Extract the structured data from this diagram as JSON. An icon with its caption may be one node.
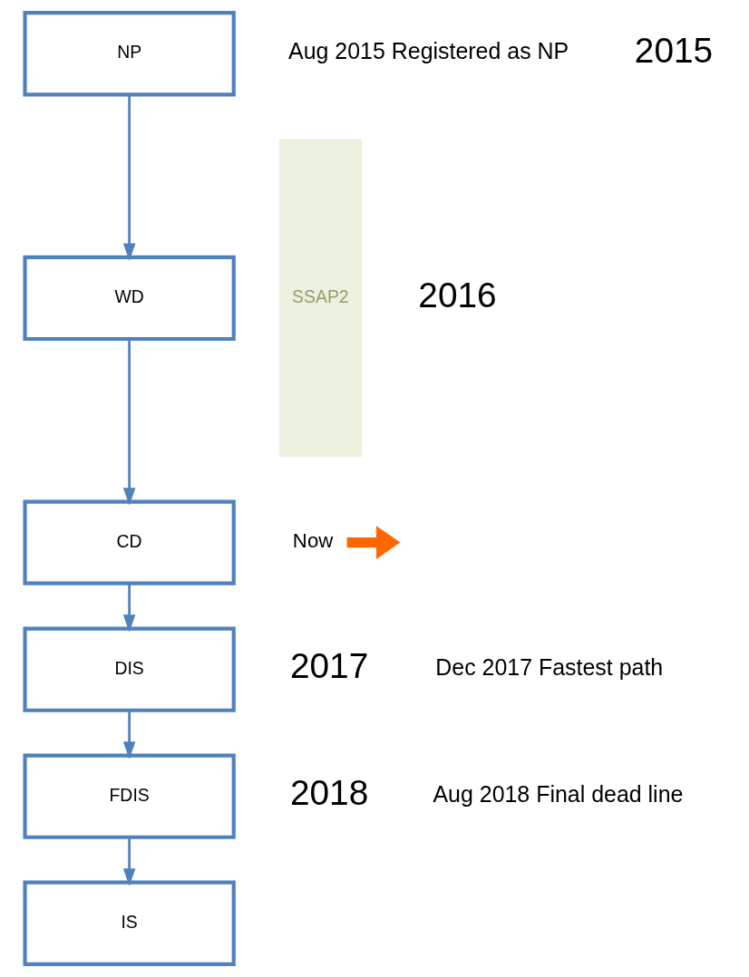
{
  "diagram": {
    "nodes": [
      {
        "text": [
          "NP"
        ]
      },
      {
        "text": [
          "WD"
        ]
      },
      {
        "text": [
          "CD"
        ]
      },
      {
        "text": [
          "DIS"
        ]
      },
      {
        "text": [
          "FDIS"
        ]
      },
      {
        "text": [
          "IS"
        ]
      },
      {
        "text": [
          "SSAP2"
        ]
      },
      {
        "text": [
          "Now"
        ]
      }
    ],
    "edges": [
      {
        "from": 0,
        "to": 1,
        "arrow": "to"
      },
      {
        "from": 1,
        "to": 2,
        "arrow": "to"
      },
      {
        "from": 2,
        "to": 3,
        "arrow": "to"
      },
      {
        "from": 3,
        "to": 4,
        "arrow": "to"
      },
      {
        "from": 4,
        "to": 5,
        "arrow": "to"
      },
      {
        "from": 7,
        "to": null,
        "arrow": "to",
        "style": "thick",
        "color": "#ff6600"
      }
    ],
    "labels": [
      "Aug 2015 Registered as NP",
      "2015",
      "2016",
      "2017",
      "Dec 2017 Fastest path",
      "2018",
      "Aug 2018 Final dead line"
    ]
  }
}
